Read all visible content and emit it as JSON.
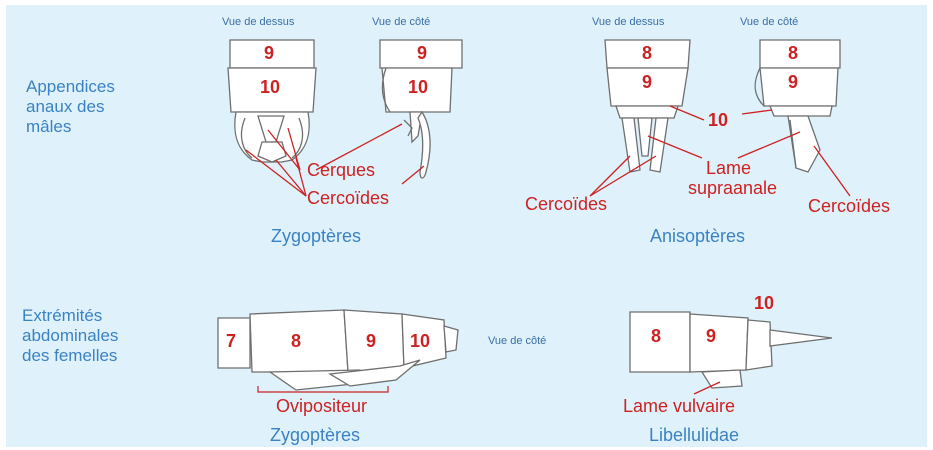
{
  "males": {
    "title_lines": [
      "Appendices",
      "anaux des",
      "mâles"
    ],
    "zygo": {
      "view_top": "Vue de dessus",
      "view_side": "Vue de côté",
      "seg_top_9": "9",
      "seg_top_10": "10",
      "seg_side_9": "9",
      "seg_side_10": "10",
      "cerques": "Cerques",
      "cercoides": "Cercoïdes",
      "caption": "Zygoptères"
    },
    "aniso": {
      "view_top": "Vue de dessus",
      "view_side": "Vue de côté",
      "seg_top_8": "8",
      "seg_top_9": "9",
      "seg_side_8": "8",
      "seg_side_9": "9",
      "seg_10": "10",
      "lame_line1": "Lame",
      "lame_line2": "supraanale",
      "cercoides_left": "Cercoïdes",
      "cercoides_right": "Cercoïdes",
      "caption": "Anisoptères"
    }
  },
  "females": {
    "title_lines": [
      "Extrémités",
      "abdominales",
      "des femelles"
    ],
    "zygo": {
      "seg_7": "7",
      "seg_8": "8",
      "seg_9": "9",
      "seg_10": "10",
      "ovipositeur": "Ovipositeur",
      "caption": "Zygoptères"
    },
    "view_side": "Vue de côté",
    "libel": {
      "seg_8": "8",
      "seg_9": "9",
      "seg_10": "10",
      "lame_vulvaire": "Lame vulvaire",
      "caption": "Libellulidae"
    }
  },
  "colors": {
    "background": "#dff2fb",
    "label_red": "#cc2222",
    "text_blue": "#3b82c4",
    "line_gray": "#7a7a7a"
  }
}
